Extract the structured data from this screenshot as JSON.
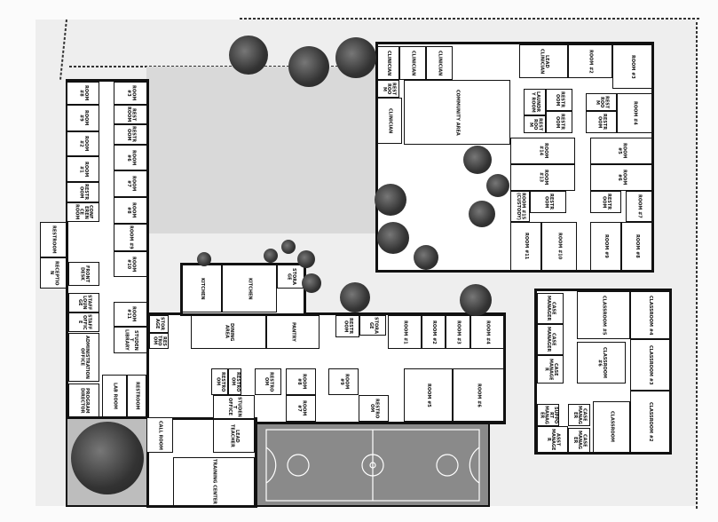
{
  "plan": {
    "colors": {
      "walls": "#111111",
      "courtyard": "#d9d9d9",
      "court": "#8a8a8a",
      "landscape": "#e6e6e6",
      "trees": "#333333"
    },
    "left_wing": [
      "ROOM #8",
      "ROOM #9",
      "ROOM #2",
      "ROOM #1",
      "RESTROOM",
      "CONFERENCE ROOM",
      "ROOM #3",
      "RESTROOM",
      "RESTROOM",
      "ROOM #6",
      "ROOM #7",
      "ROOM #8",
      "ROOM #9",
      "ROOM #10",
      "ROOM #11",
      "STUDENT LIBRARY"
    ],
    "front": [
      "RESTROOM",
      "RECEPTION",
      "FRONT DESK",
      "STAFF LOUNGE",
      "STAFF OFFICE",
      "ADMINISTRATION OFFICE",
      "PROGRAM DIRECTOR",
      "LAB ROOM",
      "RESTROOM",
      "CALL ROOM",
      "STUDENT OFFICE",
      "LEAD TEACHER",
      "TRAINING CENTER"
    ],
    "center": [
      "KITCHEN",
      "KITCHEN",
      "STORAGE",
      "DINING AREA",
      "PANTRY",
      "STORAGE",
      "RESTROOM"
    ],
    "corridor": [
      "RESTROOM",
      "STORAGE",
      "ROOM #1",
      "ROOM #2",
      "ROOM #3",
      "ROOM #4",
      "RESTROOM",
      "RESTROOM",
      "RESTROOM",
      "ROOM #8",
      "ROOM #7",
      "ROOM #9",
      "RESTROOM",
      "ROOM #5",
      "ROOM #6"
    ],
    "north_east": [
      "CLINICIAN",
      "CLINICIAN",
      "CLINICIAN",
      "CLINICIAN",
      "RESTROOM",
      "COMMUNITY AREA",
      "LEAD CLINICIAN",
      "ROOM #2",
      "ROOM #3",
      "LAUNDRY ROOM",
      "RESTROOM",
      "RESTROOM",
      "RESTROOM",
      "RESTROOM",
      "RESTROOM",
      "ROOM #4",
      "ROOM #14",
      "ROOM #13",
      "ROOM #15 (CUSTODY)",
      "RESTROOM",
      "ROOM #11",
      "ROOM #10",
      "ROOM #5",
      "ROOM #6",
      "ROOM #7",
      "RESTROOM",
      "ROOM #9",
      "ROOM #8"
    ],
    "south_east": [
      "CASE MANAGER",
      "CASE MANAGER",
      "CASE MANAGER",
      "CLASSROOM #5",
      "CLASSROOM #4",
      "CLASSROOM #6",
      "CLASSROOM #3",
      "SUPPORT MANAGER",
      "CASE MANAGER",
      "ASST MANAGER",
      "CASE MANAGER",
      "CLASSROOM",
      "CLASSROOM #2"
    ]
  }
}
